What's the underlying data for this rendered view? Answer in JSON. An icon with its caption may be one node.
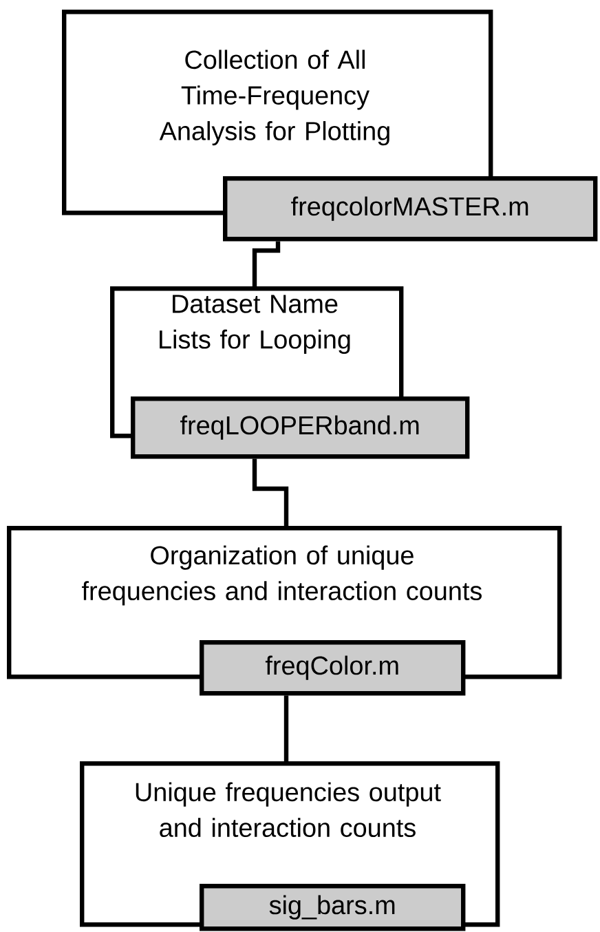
{
  "diagram": {
    "nodes": [
      {
        "text": [
          "Collection of All Time-Frequency Analysis for Plotting"
        ]
      },
      {
        "text": [
          "freqcolorMASTER.m"
        ]
      },
      {
        "text": [
          "Dataset Name Lists for Looping"
        ]
      },
      {
        "text": [
          "freqLOOPERband.m"
        ]
      },
      {
        "text": [
          "Organization of unique frequencies and interaction counts"
        ]
      },
      {
        "text": [
          "freqColor.m"
        ]
      },
      {
        "text": [
          "Unique frequencies output and interaction counts"
        ]
      },
      {
        "text": [
          "sig_bars.m"
        ]
      }
    ],
    "edges": [
      {
        "from": 1,
        "to": 2,
        "arrow": "none"
      },
      {
        "from": 3,
        "to": 4,
        "arrow": "none"
      },
      {
        "from": 5,
        "to": 6,
        "arrow": "none"
      }
    ]
  }
}
